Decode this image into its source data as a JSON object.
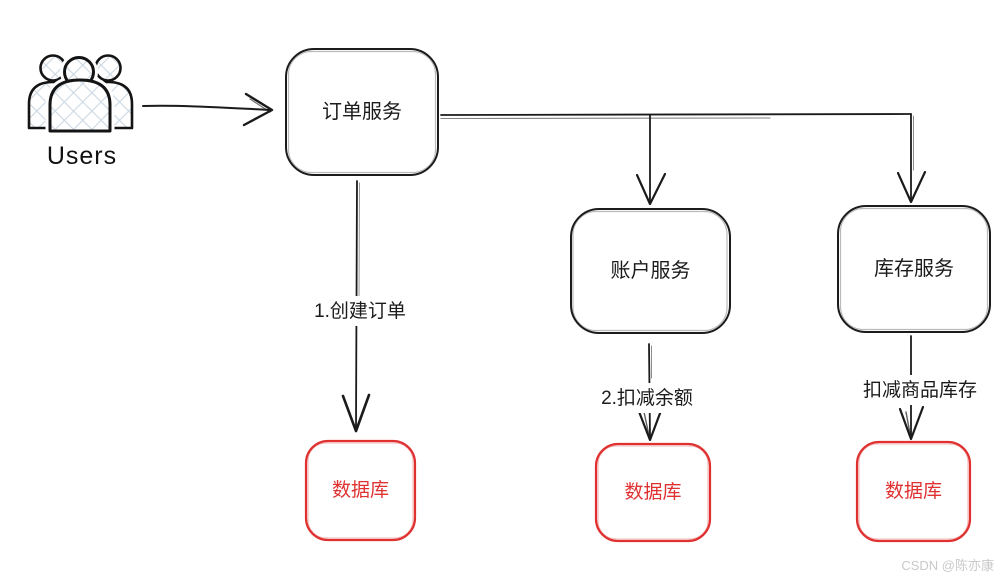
{
  "diagram": {
    "users": {
      "label": "Users"
    },
    "nodes": {
      "order_service": {
        "label": "订单服务"
      },
      "account_service": {
        "label": "账户服务"
      },
      "inventory_service": {
        "label": "库存服务"
      },
      "order_db": {
        "label": "数据库"
      },
      "account_db": {
        "label": "数据库"
      },
      "inventory_db": {
        "label": "数据库"
      }
    },
    "edges": {
      "create_order": {
        "label": "1.创建订单"
      },
      "deduct_balance": {
        "label": "2.扣减余额"
      },
      "deduct_stock": {
        "label": "扣减商品库存"
      }
    },
    "colors": {
      "stroke": "#1b1b1b",
      "db_accent": "#e03131",
      "hatch": "#ccd7e2",
      "watermark_text": "#c9c9c9"
    },
    "watermark": {
      "text": "CSDN @陈亦康"
    }
  }
}
